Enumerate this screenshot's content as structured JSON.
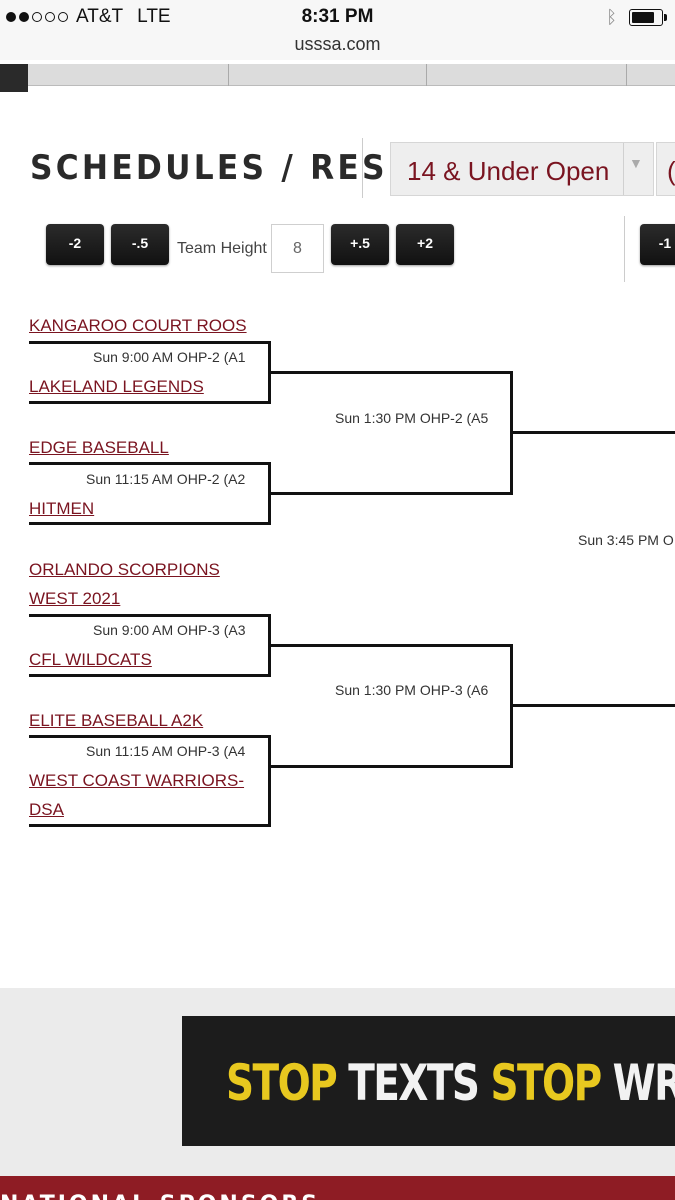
{
  "status_bar": {
    "carrier": "AT&T",
    "network": "LTE",
    "time": "8:31 PM",
    "signal_bars": 2,
    "bluetooth_icon": "bluetooth-icon",
    "battery_icon": "battery-icon"
  },
  "browser": {
    "url": "usssa.com"
  },
  "header": {
    "title": "SCHEDULES / RESULTS",
    "division_select": "14 & Under Open",
    "second_select_partial": "("
  },
  "height_controls": {
    "minus_2": "-2",
    "minus_half": "-.5",
    "label": "Team Height",
    "value": "8",
    "plus_half": "+.5",
    "plus_2": "+2",
    "right_partial": "-1"
  },
  "bracket": {
    "teams": {
      "t1": "KANGAROO COURT ROOS",
      "t2": "LAKELAND LEGENDS",
      "t3": "EDGE BASEBALL",
      "t4": "HITMEN",
      "t5a": "ORLANDO SCORPIONS",
      "t5b": "WEST 2021",
      "t6": "CFL WILDCATS",
      "t7": "ELITE BASEBALL A2K",
      "t8a": "WEST COAST WARRIORS-",
      "t8b": "DSA"
    },
    "games": {
      "a1": "Sun 9:00 AM OHP-2   (A1",
      "a2": "Sun 11:15 AM OHP-2   (A2",
      "a3": "Sun 9:00 AM OHP-3   (A3",
      "a4": "Sun 11:15 AM OHP-3   (A4",
      "a5": "Sun 1:30 PM OHP-2   (A5",
      "a6": "Sun 1:30 PM OHP-3   (A6",
      "semi": "Sun 3:45 PM O"
    }
  },
  "footer": {
    "banner_word1": "STOP",
    "banner_word2": " TEXTS ",
    "banner_word3": "STOP",
    "banner_word4": " WRECKS",
    "section_title": "NATIONAL SPONSORS"
  }
}
